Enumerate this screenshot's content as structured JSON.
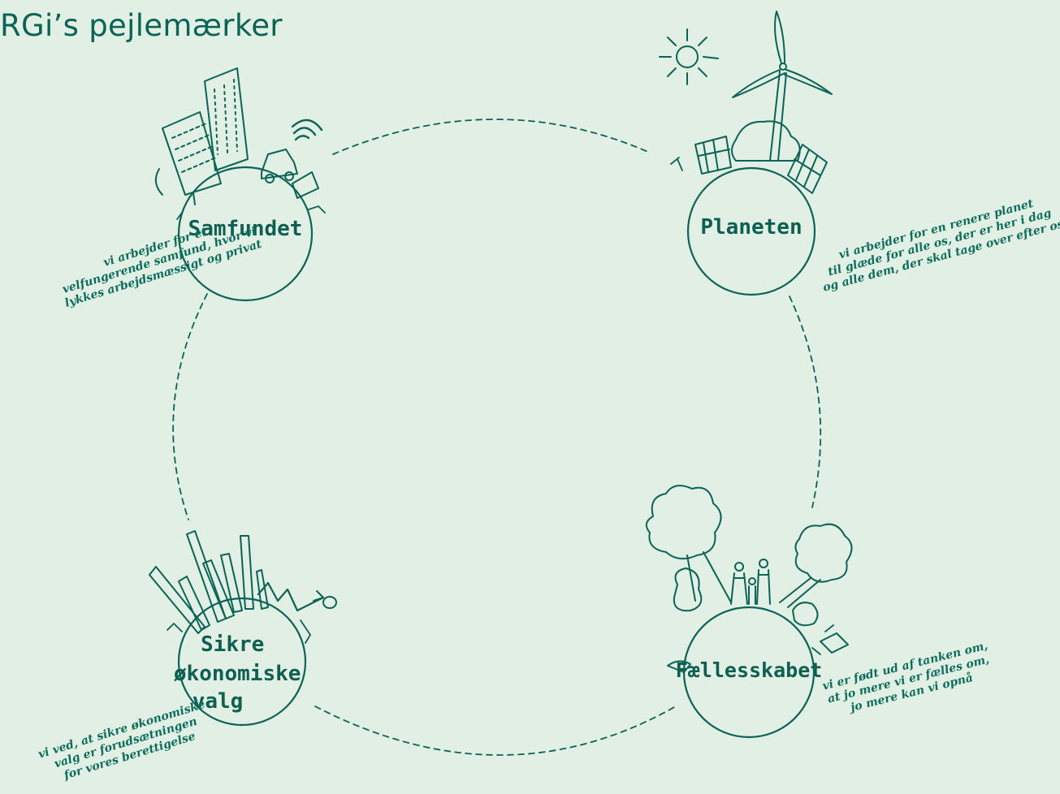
{
  "title": "RGi’s pejlemærker",
  "colors": {
    "background": "#e2efe4",
    "ink": "#0a6456"
  },
  "nodes": {
    "samfundet": {
      "label": "Samfundet",
      "note": [
        "vi arbejder for et",
        "velfungerende samfund, hvor vi",
        "lykkes arbejdsmæssigt og privat"
      ]
    },
    "planeten": {
      "label": "Planeten",
      "note": [
        "vi arbejder for en renere planet",
        "til glæde for alle os, der er her i dag",
        "og alle dem, der skal tage over efter os"
      ]
    },
    "okonomi": {
      "label_lines": [
        "Sikre",
        "økonomiske",
        "valg"
      ],
      "note": [
        "vi ved, at sikre økonomiske",
        "valg er forudsætningen",
        "for vores berettigelse"
      ]
    },
    "faellesskabet": {
      "label": "Fællesskabet",
      "note": [
        "vi er født ud af tanken om,",
        "at jo mere vi er fælles om,",
        "jo mere kan vi opnå"
      ]
    }
  },
  "icons": [
    "sun-icon",
    "wind-turbine-icon",
    "solar-panel-icon",
    "tree-icon",
    "building-icon",
    "car-icon",
    "wifi-icon",
    "bar-chart-icon",
    "people-icon"
  ]
}
